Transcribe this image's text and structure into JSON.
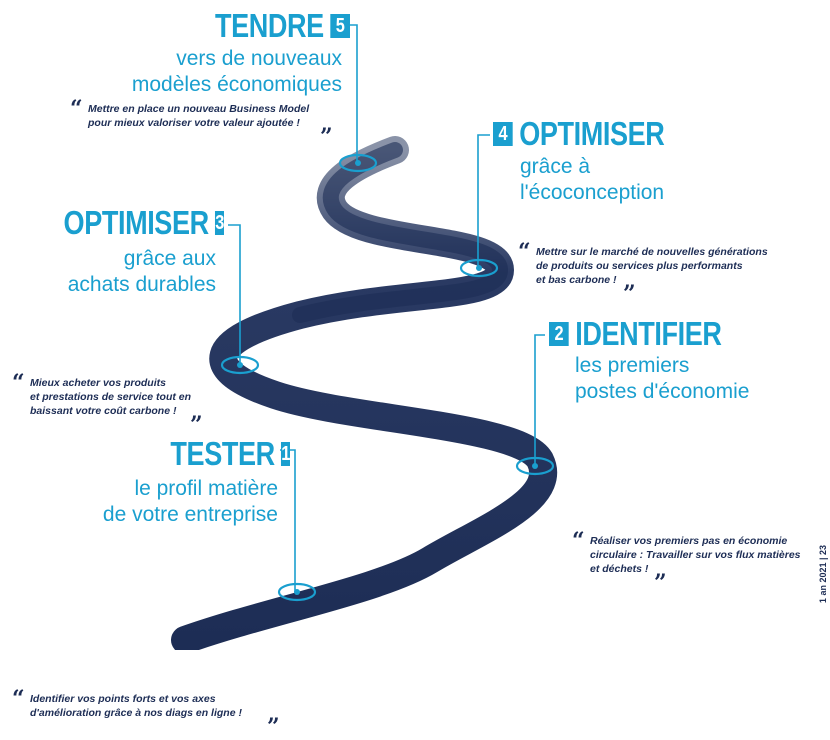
{
  "steps": [
    {
      "number": "1",
      "verb": "TESTER",
      "line1": "le profil matière",
      "line2": "de votre entreprise",
      "quote1": "Identifier vos points forts et vos axes",
      "quote2": "d'amélioration grâce à nos diags en ligne !"
    },
    {
      "number": "2",
      "verb": "IDENTIFIER",
      "line1": "les premiers",
      "line2": "postes d'économie",
      "quote1": "Réaliser vos premiers pas en économie",
      "quote2": "circulaire : Travailler sur vos flux matières",
      "quote3": "et déchets !"
    },
    {
      "number": "3",
      "verb": "OPTIMISER",
      "line1": "grâce aux",
      "line2": "achats durables",
      "quote1": "Mieux acheter vos produits",
      "quote2": "et prestations de service tout en",
      "quote3": "baissant votre coût carbone !"
    },
    {
      "number": "4",
      "verb": "OPTIMISER",
      "line1": "grâce à",
      "line2": "l'écoconception",
      "quote1": "Mettre sur le marché de nouvelles générations",
      "quote2": "de produits ou services plus performants",
      "quote3": "et bas carbone !"
    },
    {
      "number": "5",
      "verb": "TENDRE",
      "line1": "vers de nouveaux",
      "line2": "modèles économiques",
      "quote1": "Mettre en place un nouveau Business Model",
      "quote2": "pour mieux valoriser votre valeur ajoutée !"
    }
  ],
  "quote_open": "“",
  "quote_close": "”",
  "side_text": "1 an 2021 | 23",
  "colors": {
    "accent": "#1a9fcf",
    "road": "#1d2d55",
    "text_dark": "#1d2d55"
  }
}
